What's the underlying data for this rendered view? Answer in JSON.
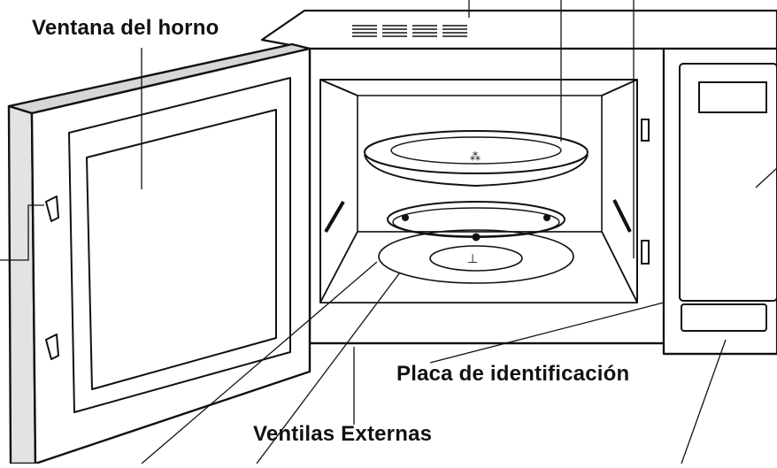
{
  "labels": {
    "oven_window": "Ventana del horno",
    "identification_plate": "Placa de identificación",
    "external_vents": "Ventilas Externas"
  },
  "colors": {
    "ink": "#111111",
    "paper": "#ffffff",
    "shade": "#d6d6d6",
    "mid": "#bdbdbd"
  }
}
